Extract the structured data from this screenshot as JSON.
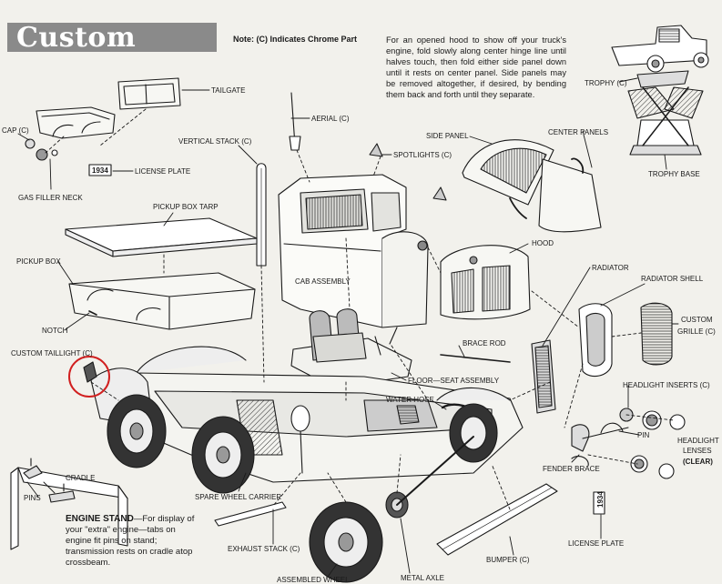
{
  "header": {
    "banner_title": "Custom",
    "note": "Note: (C) Indicates Chrome Part"
  },
  "instructions": "For an opened hood to show off your truck's engine, fold slowly along center hinge line until halves touch, then fold either side panel down until it rests on center panel. Side panels may be removed altogether, if desired, by bending them back and forth until they separate.",
  "engine_stand": {
    "title": "ENGINE STAND",
    "text": "—For display of your \"extra\" engine—tabs on engine fit pins on stand; transmission rests on cradle atop crossbeam."
  },
  "labels": {
    "tailgate": "TAILGATE",
    "cap": "CAP (C)",
    "license_plate_rear": "LICENSE PLATE",
    "license_plate_rear_text": "1934",
    "gas_filler_neck": "GAS FILLER NECK",
    "vertical_stack": "VERTICAL STACK (C)",
    "aerial": "AERIAL (C)",
    "spotlights": "SPOTLIGHTS (C)",
    "side_panel": "SIDE PANEL",
    "center_panels": "CENTER PANELS",
    "trophy": "TROPHY (C)",
    "trophy_base": "TROPHY BASE",
    "pickup_box_tarp": "PICKUP BOX TARP",
    "pickup_box": "PICKUP BOX",
    "notch": "NOTCH",
    "cab_assembly": "CAB ASSEMBLY",
    "hood": "HOOD",
    "radiator": "RADIATOR",
    "radiator_shell": "RADIATOR SHELL",
    "custom_grille_1": "CUSTOM",
    "custom_grille_2": "GRILLE (C)",
    "custom_taillight": "CUSTOM TAILLIGHT (C)",
    "brace_rod": "BRACE ROD",
    "floor_seat_assembly": "FLOOR—SEAT ASSEMBLY",
    "headlight_inserts": "HEADLIGHT INSERTS (C)",
    "water_hose": "WATER HOSE",
    "pin": "PIN",
    "headlight_lenses_1": "HEADLIGHT",
    "headlight_lenses_2": "LENSES",
    "headlight_lenses_3": "(CLEAR)",
    "cradle": "CRADLE",
    "pins": "PINS",
    "fender_brace": "FENDER BRACE",
    "spare_wheel_carrier": "SPARE WHEEL CARRIER",
    "exhaust_stack": "EXHAUST STACK (C)",
    "bumper": "BUMPER (C)",
    "license_plate_front": "LICENSE PLATE",
    "license_plate_front_text": "1934",
    "assembled_wheel": "ASSEMBLED WHEEL",
    "metal_axle": "METAL AXLE"
  },
  "colors": {
    "paper": "#f2f1ec",
    "ink": "#1a1a1a",
    "banner": "#8a8a8a",
    "highlight_circle": "#d11f1f"
  }
}
